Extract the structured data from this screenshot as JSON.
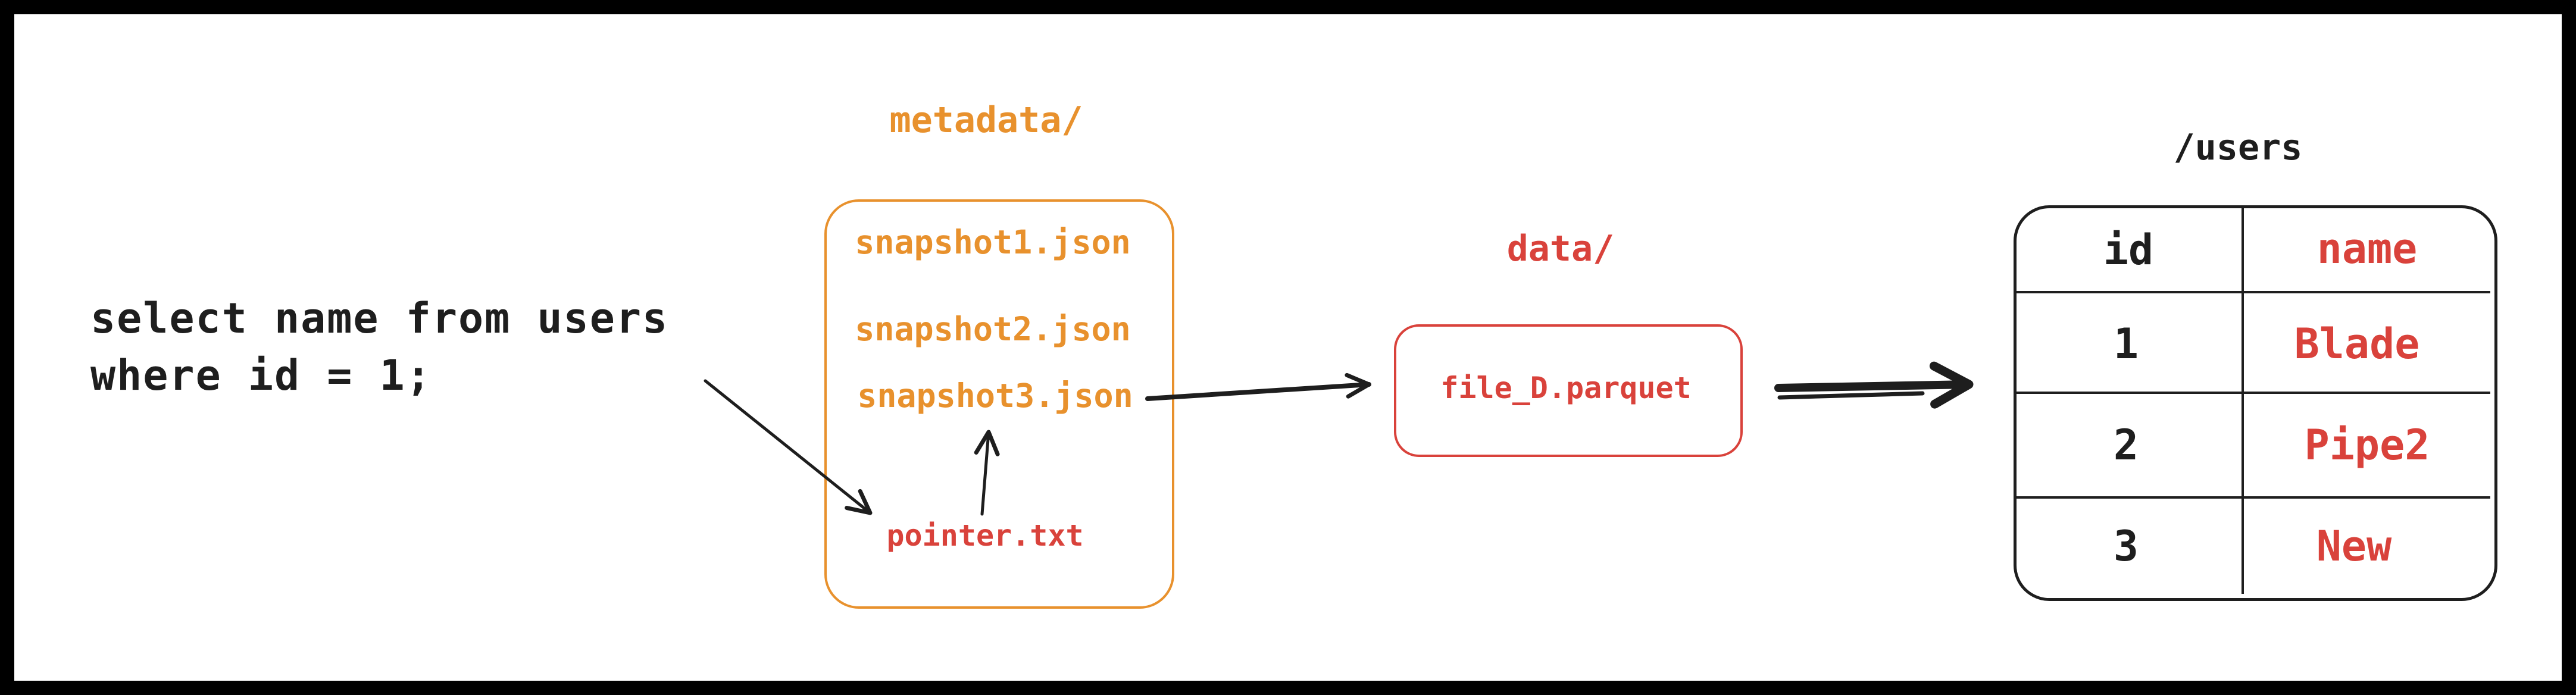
{
  "query": {
    "line1": "select name from users",
    "line2": "where id = 1;"
  },
  "metadata_folder": {
    "label": "metadata/",
    "files": [
      "snapshot1.json",
      "snapshot2.json",
      "snapshot3.json"
    ],
    "pointer_file": "pointer.txt"
  },
  "data_folder": {
    "label": "data/",
    "file": "file_D.parquet"
  },
  "users_table": {
    "title": "/users",
    "columns": [
      "id",
      "name"
    ],
    "rows": [
      {
        "id": "1",
        "name": "Blade"
      },
      {
        "id": "2",
        "name": "Pipe2"
      },
      {
        "id": "3",
        "name": "New"
      }
    ]
  },
  "colors": {
    "ink": "#1e1e1e",
    "orange": "#e8912d",
    "red": "#d9423b",
    "background": "#ffffff",
    "frame": "#000000"
  }
}
